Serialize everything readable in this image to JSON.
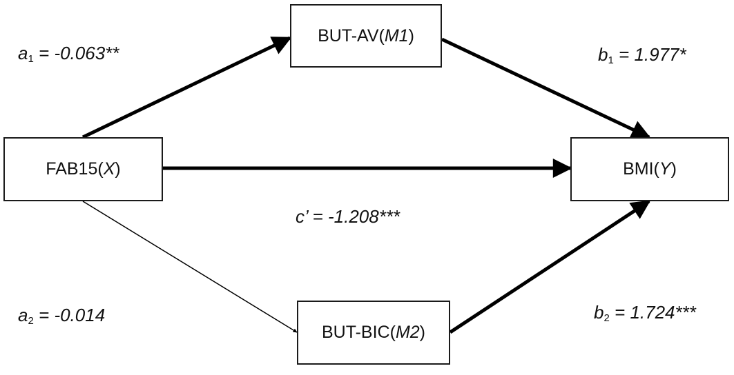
{
  "nodes": {
    "m1": {
      "name": "BUT-AV",
      "open": " (",
      "var": "M1",
      "close": ")"
    },
    "x": {
      "name": "FAB15",
      "open": " (",
      "var": "X",
      "close": ")"
    },
    "y": {
      "name": "BMI",
      "open": " (",
      "var": "Y",
      "close": ")"
    },
    "m2": {
      "name": "BUT-BIC",
      "open": " (",
      "var": "M2",
      "close": ")"
    }
  },
  "paths": {
    "a1": {
      "symbol": "a",
      "sub": "1",
      "value": " = -0.063**"
    },
    "b1": {
      "symbol": "b",
      "sub": "1",
      "value": " = 1.977*"
    },
    "c": {
      "text": "c’ = -1.208***"
    },
    "a2": {
      "symbol": "a",
      "sub": "2",
      "value": " = -0.014"
    },
    "b2": {
      "symbol": "b",
      "sub": "2",
      "value": " = 1.724***"
    }
  },
  "colors": {
    "line": "#000000",
    "border": "#1a1a1a",
    "background": "#ffffff"
  }
}
